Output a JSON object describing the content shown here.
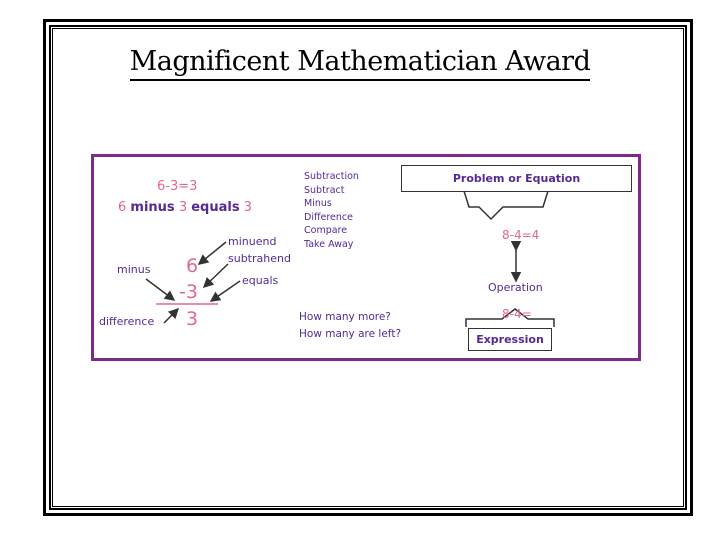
{
  "slide": {
    "title": "Magnificent Mathematician Award"
  },
  "diagram": {
    "equation_top": "6-3=3",
    "word_parts": [
      "6",
      "minus",
      "3",
      "equals",
      "3"
    ],
    "label_minus": "minus",
    "label_difference": "difference",
    "label_minuend": "minuend",
    "label_subtrahend": "subtrahend",
    "label_equals": "equals",
    "vertical": {
      "top": "6",
      "middle": "-3",
      "bottom": "3"
    },
    "synonyms": [
      "Subtraction",
      "Subtract",
      "Minus",
      "Difference",
      "Compare",
      "Take Away"
    ],
    "questions": [
      "How many more?",
      "How many are left?"
    ],
    "problem_box": "Problem or Equation",
    "equation_right": "8-4=4",
    "operation": "Operation",
    "expression_value": "8-4=",
    "expression_box": "Expression"
  },
  "colors": {
    "panel_border": "#7d2a8b",
    "pink": "#e06a8a",
    "purple": "#552a96"
  }
}
